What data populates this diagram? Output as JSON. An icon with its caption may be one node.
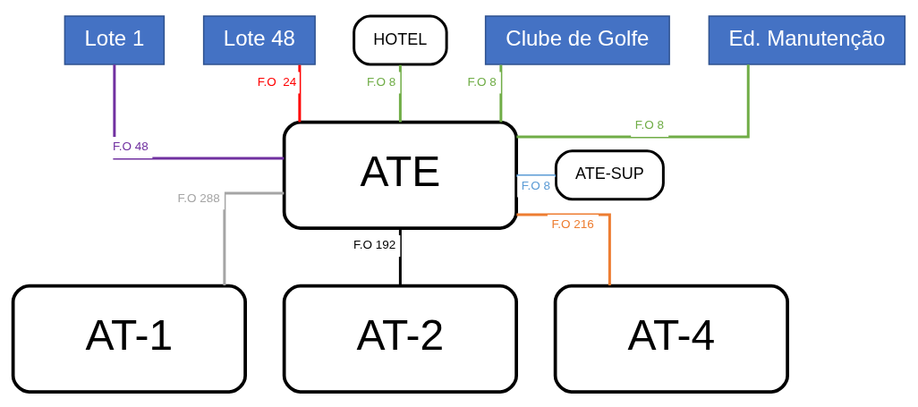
{
  "diagram": {
    "nodes": [
      {
        "text": [
          "Lote 1"
        ]
      },
      {
        "text": [
          "Lote 48"
        ]
      },
      {
        "text": [
          "HOTEL"
        ]
      },
      {
        "text": [
          "Clube de Golfe"
        ]
      },
      {
        "text": [
          "Ed. Manutenção"
        ]
      },
      {
        "text": [
          "ATE"
        ]
      },
      {
        "text": [
          "ATE-SUP"
        ]
      },
      {
        "text": [
          "AT-1"
        ]
      },
      {
        "text": [
          "AT-2"
        ]
      },
      {
        "text": [
          "AT-4"
        ]
      }
    ],
    "edges": [
      {
        "from": 0,
        "to": 5,
        "arrow": "none",
        "label": "F.O 48",
        "color": "#7030a0"
      },
      {
        "from": 1,
        "to": 5,
        "arrow": "none",
        "label": "F.O  24",
        "color": "#ff0000"
      },
      {
        "from": 2,
        "to": 5,
        "arrow": "none",
        "label": "F.O 8",
        "color": "#70ad47"
      },
      {
        "from": 3,
        "to": 5,
        "arrow": "none",
        "label": "F.O 8",
        "color": "#70ad47"
      },
      {
        "from": 4,
        "to": 5,
        "arrow": "none",
        "label": "F.O 8",
        "color": "#70ad47"
      },
      {
        "from": 5,
        "to": 6,
        "arrow": "none",
        "label": "F.O 8",
        "color": "#5b9bd5"
      },
      {
        "from": 5,
        "to": 7,
        "arrow": "none",
        "label": "F.O 288",
        "color": "#a5a5a5"
      },
      {
        "from": 5,
        "to": 8,
        "arrow": "none",
        "label": "F.O 192",
        "color": "#000000"
      },
      {
        "from": 5,
        "to": 9,
        "arrow": "none",
        "label": "F.O 216",
        "color": "#ed7d31"
      }
    ]
  }
}
